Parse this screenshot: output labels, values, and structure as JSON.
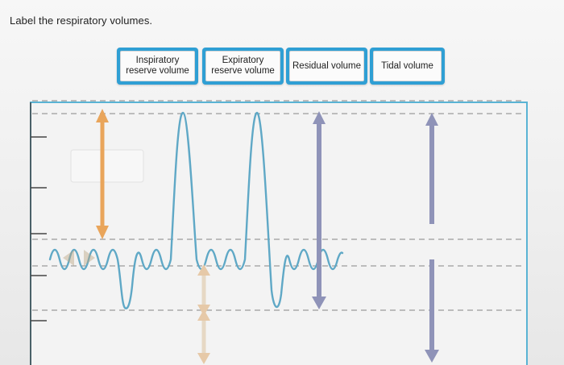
{
  "prompt": "Label the respiratory volumes.",
  "labels": [
    {
      "line1": "Inspiratory",
      "line2": "reserve volume"
    },
    {
      "line1": "Expiratory",
      "line2": "reserve volume"
    },
    {
      "line1": "Residual volume",
      "line2": ""
    },
    {
      "line1": "Tidal volume",
      "line2": ""
    }
  ],
  "colors": {
    "accent": "#2f9fd4",
    "wave": "#5fa8c6",
    "orange_arrow": "#e9a55b",
    "beige_arrow": "#e6d8c4",
    "purple_arrow": "#8f93b8",
    "grid_dash": "#9a9a9a"
  }
}
